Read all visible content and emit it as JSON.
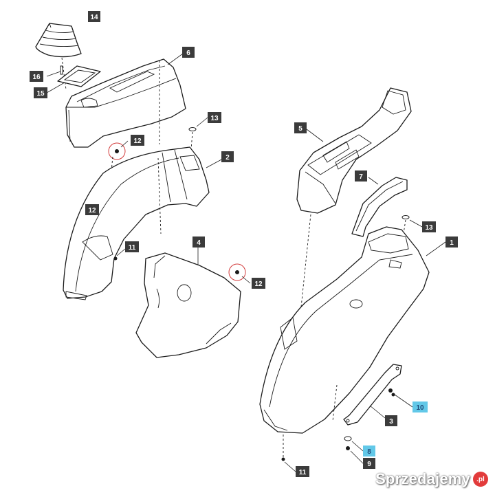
{
  "callouts": [
    {
      "id": "lbl-14",
      "text": "14",
      "highlight": false
    },
    {
      "id": "lbl-16",
      "text": "16",
      "highlight": false
    },
    {
      "id": "lbl-15",
      "text": "15",
      "highlight": false
    },
    {
      "id": "lbl-6",
      "text": "6",
      "highlight": false
    },
    {
      "id": "lbl-13a",
      "text": "13",
      "highlight": false
    },
    {
      "id": "lbl-12a",
      "text": "12",
      "highlight": false
    },
    {
      "id": "lbl-2",
      "text": "2",
      "highlight": false
    },
    {
      "id": "lbl-12b",
      "text": "12",
      "highlight": false
    },
    {
      "id": "lbl-11a",
      "text": "11",
      "highlight": false
    },
    {
      "id": "lbl-4",
      "text": "4",
      "highlight": false
    },
    {
      "id": "lbl-12c",
      "text": "12",
      "highlight": false
    },
    {
      "id": "lbl-5",
      "text": "5",
      "highlight": false
    },
    {
      "id": "lbl-7",
      "text": "7",
      "highlight": false
    },
    {
      "id": "lbl-13b",
      "text": "13",
      "highlight": false
    },
    {
      "id": "lbl-1",
      "text": "1",
      "highlight": false
    },
    {
      "id": "lbl-10",
      "text": "10",
      "highlight": true
    },
    {
      "id": "lbl-3",
      "text": "3",
      "highlight": false
    },
    {
      "id": "lbl-8",
      "text": "8",
      "highlight": true
    },
    {
      "id": "lbl-9",
      "text": "9",
      "highlight": false
    },
    {
      "id": "lbl-11b",
      "text": "11",
      "highlight": false
    }
  ],
  "watermark": {
    "text": "Sprzedajemy",
    "badge": ".pl"
  },
  "colors": {
    "label_dark": "#3b3b3b",
    "label_highlight": "#62c8e8",
    "circle_highlight": "#d23a3a"
  }
}
